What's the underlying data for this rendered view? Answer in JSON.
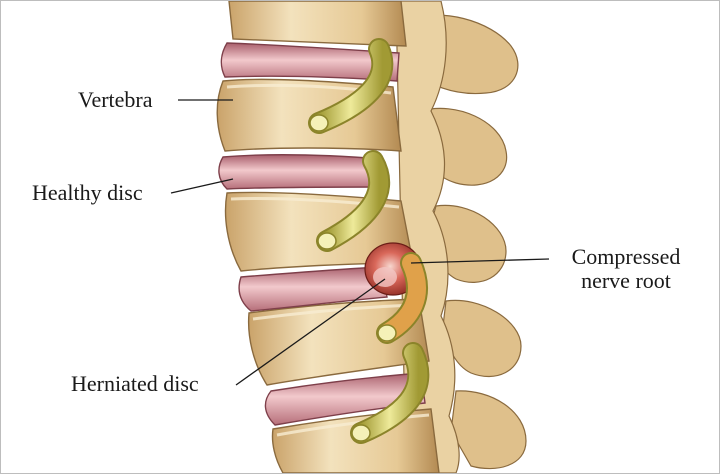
{
  "labels": {
    "vertebra": "Vertebra",
    "healthy_disc": "Healthy disc",
    "herniated_disc": "Herniated disc",
    "compressed_line1": "Compressed",
    "compressed_line2": "nerve root"
  },
  "colors": {
    "bone_light": "#f3e2bd",
    "bone_mid": "#e3c48f",
    "bone_dark": "#b38a52",
    "disc": "#d89aa3",
    "disc_light": "#f2c9cc",
    "nerve": "#d9d46a",
    "nerve_dark": "#a19a34",
    "inflamed": "#c44a3a",
    "leader_line": "#1a1a1a"
  }
}
